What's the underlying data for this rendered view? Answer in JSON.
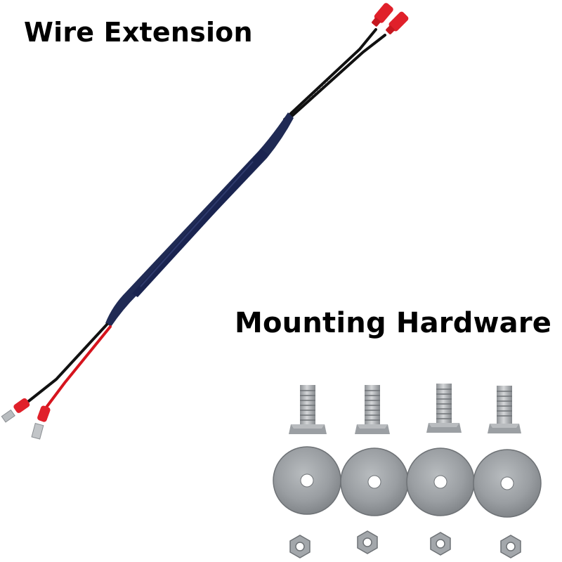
{
  "labels": {
    "wire_extension": "Wire Extension",
    "mounting_hardware": "Mounting Hardware"
  },
  "colors": {
    "background": "#ffffff",
    "text": "#000000",
    "sleeve": "#1e2a55",
    "wire_black": "#111111",
    "wire_red": "#d6141d",
    "terminal_red": "#e0202a",
    "metal": "#a9acae"
  },
  "hardware": {
    "bolt_count": 4,
    "washer_count": 4,
    "nut_count": 4
  }
}
